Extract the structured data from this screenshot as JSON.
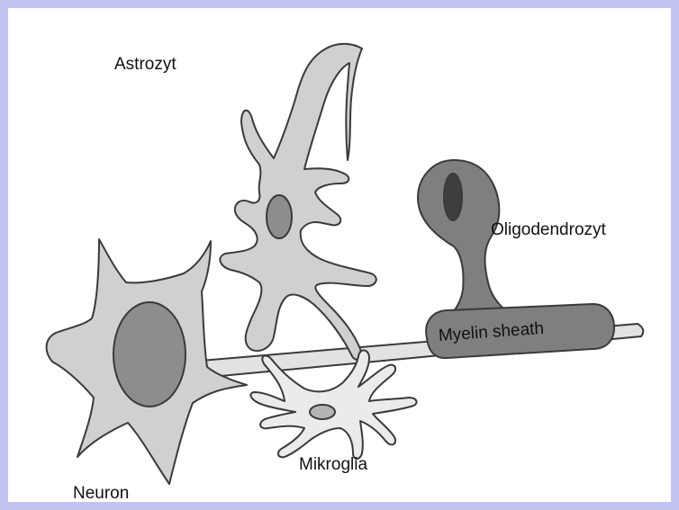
{
  "colors": {
    "frame_border": "#c2c3f1",
    "cell_fill": "#d0d0d0",
    "cell_outline": "#3a3a3a",
    "nucleus_fill": "#8d8d8d",
    "oligodendrocyte_fill": "#7f7f7f",
    "oligodendrocyte_nucleus": "#3e3e3e",
    "microglia_fill": "#ebebeb",
    "axon_fill": "#e2e2e2"
  },
  "labels": {
    "astrocyte": "Astrozyt",
    "oligodendrocyte": "Oligodendrozyt",
    "myelin": "Myelin sheath",
    "microglia": "Mikroglia",
    "neuron": "Neuron"
  }
}
